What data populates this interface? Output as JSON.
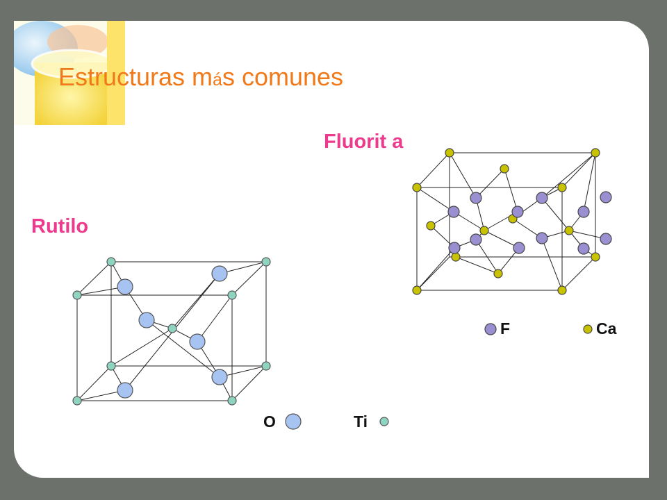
{
  "slide": {
    "title_part1": "Estructuras m",
    "title_accent": "á",
    "title_part2": "s comunes"
  },
  "structures": {
    "fluorita": {
      "label": "Fluorit a"
    },
    "rutilo": {
      "label": "Rutilo"
    }
  },
  "legend": {
    "fluorita": [
      {
        "label": "F",
        "color": "#9a8fd0"
      },
      {
        "label": "Ca",
        "color": "#c9c200"
      }
    ],
    "rutilo": [
      {
        "label": "O",
        "color": "#a7c3f2"
      },
      {
        "label": "Ti",
        "color": "#8fd3c1"
      }
    ]
  },
  "colors": {
    "background": "#6d716c",
    "title": "#f07a1a",
    "labels": "#ee3a8c",
    "ca_atom": "#c9c200",
    "f_atom": "#9a8fd0",
    "ti_atom": "#8fd3c1",
    "o_atom": "#a7c3f2"
  }
}
